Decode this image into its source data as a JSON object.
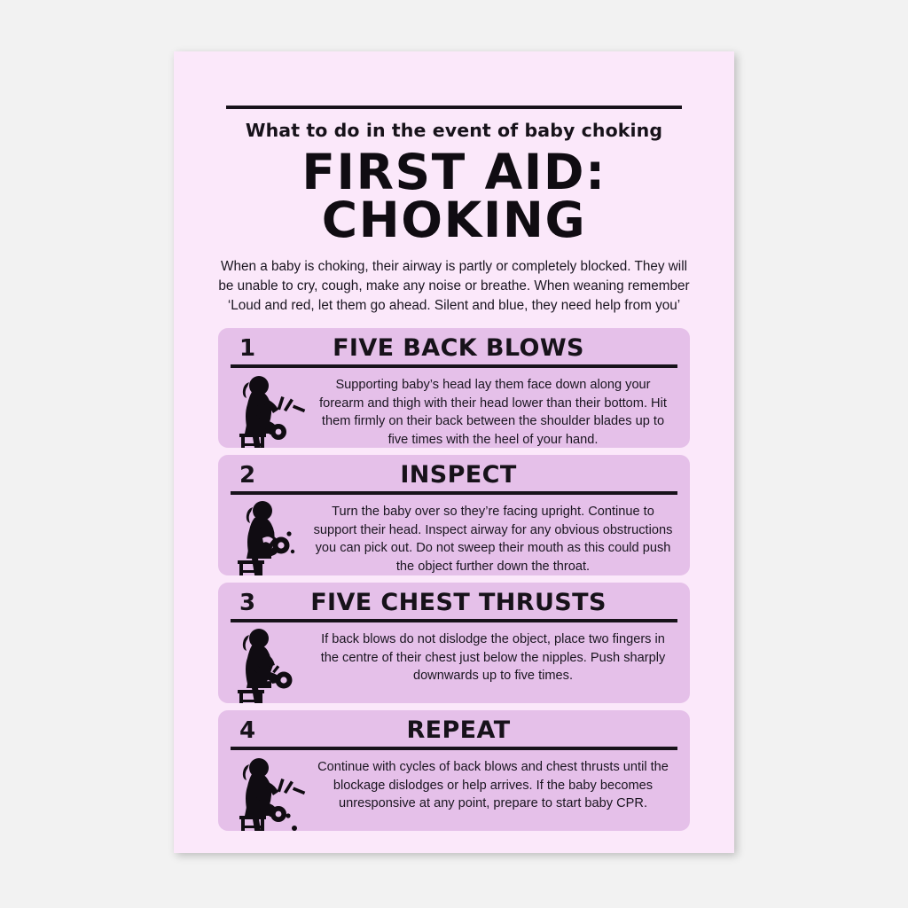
{
  "page": {
    "background_color": "#f2f2f2",
    "poster_background_color": "#fbe8fa",
    "card_color": "#e5c0e9",
    "ink_color": "#17121a"
  },
  "header": {
    "kicker": "What to do in the event of baby choking",
    "title_line1": "FIRST AID:",
    "title_line2": "CHOKING",
    "intro": "When a baby is choking, their airway is partly or completely blocked. They will be unable to cry, cough, make any noise or breathe. When weaning remember ‘Loud and red, let them go ahead. Silent and blue, they need help from you’"
  },
  "steps": [
    {
      "number": "1",
      "heading": "FIVE BACK BLOWS",
      "text": "Supporting baby’s head lay them face down along your forearm and thigh with their head lower than their bottom. Hit them firmly on their back between the shoulder blades up to five times with the heel of your hand.",
      "icon": "back-blows-icon"
    },
    {
      "number": "2",
      "heading": "INSPECT",
      "text": "Turn the baby over so they’re facing upright. Continue to support their head. Inspect airway for any obvious obstructions you can pick out. Do not sweep their mouth as this could push the object further down the throat.",
      "icon": "inspect-airway-icon"
    },
    {
      "number": "3",
      "heading": "FIVE CHEST THRUSTS",
      "text": "If back blows do not dislodge the object, place two fingers in the centre of their chest just below the nipples. Push sharply downwards up to five times.",
      "icon": "chest-thrusts-icon"
    },
    {
      "number": "4",
      "heading": "REPEAT",
      "text": "Continue with cycles of back blows and chest thrusts until the blockage dislodges or help arrives. If the baby becomes unresponsive at any point, prepare to start baby CPR.",
      "icon": "repeat-cycle-icon"
    }
  ]
}
